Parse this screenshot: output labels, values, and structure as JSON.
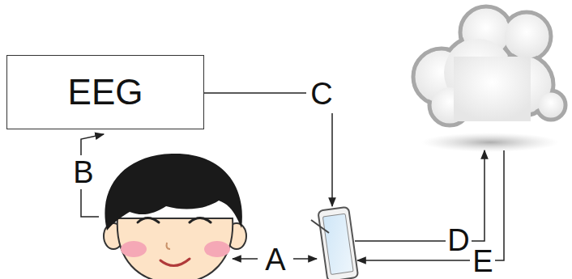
{
  "diagram": {
    "nodes": [
      {
        "text": [
          "EEG"
        ]
      }
    ],
    "labels": [
      "B",
      "C",
      "A",
      "D",
      "E"
    ]
  }
}
